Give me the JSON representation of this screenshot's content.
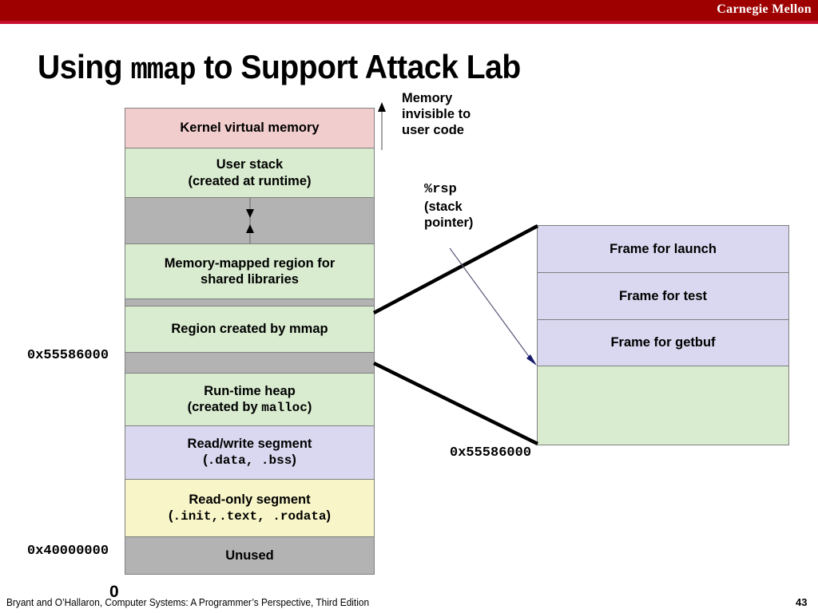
{
  "banner": {
    "school": "Carnegie Mellon",
    "bar_color": "#9e0000",
    "accent_color": "#c8102e"
  },
  "title": {
    "before": "Using ",
    "mono": "mmap",
    "after": " to Support Attack Lab"
  },
  "memory_column": {
    "blocks": [
      {
        "label": "Kernel virtual memory",
        "line2": "",
        "color": "#f2cdcd",
        "name": "kernel-virtual-memory"
      },
      {
        "label": "User stack",
        "line2": "(created at runtime)",
        "color": "#d9ecd0",
        "name": "user-stack"
      },
      {
        "label": "",
        "line2": "",
        "color": "#b3b3b3",
        "name": "stack-growth-gap"
      },
      {
        "label": "Memory-mapped region for",
        "line2": "shared libraries",
        "color": "#d9ecd0",
        "name": "shared-libraries-region"
      },
      {
        "label": "",
        "line2": "",
        "color": "#b3b3b3",
        "name": "gap-above-mmap"
      },
      {
        "label": "Region created by mmap",
        "line2": "",
        "color": "#d9ecd0",
        "name": "region-created-by-mmap"
      },
      {
        "label": "",
        "line2": "",
        "color": "#b3b3b3",
        "name": "gap-below-mmap"
      },
      {
        "label": "Run-time heap",
        "line2": "(created by malloc)",
        "line2_mono": "malloc",
        "color": "#d9ecd0",
        "name": "runtime-heap"
      },
      {
        "label": "Read/write segment",
        "line2": "(.data, .bss)",
        "line2_mono": ".data, .bss",
        "color": "#dad8f0",
        "name": "read-write-segment"
      },
      {
        "label": "Read-only segment",
        "line2": "(.init,.text, .rodata)",
        "line2_mono": ".init,.text, .rodata",
        "color": "#f8f6c8",
        "name": "read-only-segment"
      },
      {
        "label": "Unused",
        "line2": "",
        "color": "#b3b3b3",
        "name": "unused"
      }
    ]
  },
  "addresses": {
    "mmap_base": "0x55586000",
    "rodata_base": "0x40000000",
    "zero": "0",
    "frame_base": "0x55586000"
  },
  "annotations": {
    "memory_invisible": [
      "Memory",
      "invisible to",
      "user code"
    ],
    "rsp_label": "%rsp",
    "rsp_desc": [
      "(stack",
      "pointer)"
    ]
  },
  "frame_column": {
    "blocks": [
      {
        "label": "Frame for launch",
        "color": "#dad8f0",
        "name": "frame-for-launch"
      },
      {
        "label": "Frame for test",
        "color": "#dad8f0",
        "name": "frame-for-test"
      },
      {
        "label": "Frame for getbuf",
        "color": "#dad8f0",
        "name": "frame-for-getbuf"
      },
      {
        "label": "",
        "color": "#d9ecd0",
        "name": "frame-free-space"
      }
    ]
  },
  "footer": {
    "citation": "Bryant and O’Hallaron, Computer Systems: A Programmer’s Perspective, Third Edition",
    "page": "43"
  }
}
